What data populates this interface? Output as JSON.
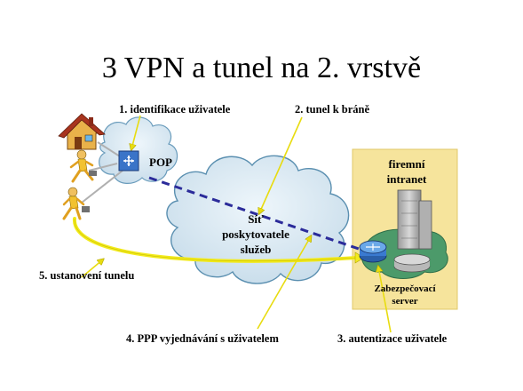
{
  "title": "3 VPN a tunel na 2. vrstvě",
  "labels": {
    "step1": "1.  identifikace uživatele",
    "step2": "2. tunel k bráně",
    "step3": "3. autentizace uživatele",
    "step4": "4. PPP vyjednávání s uživatelem",
    "step5": "5. ustanovení tunelu"
  },
  "pop_label": "POP",
  "cloud": {
    "line1": "Síť",
    "line2": "poskytovatele",
    "line3": "služeb"
  },
  "intranet": {
    "line1": "firemní",
    "line2": "intranet"
  },
  "server": {
    "line1": "Zabezpečovací",
    "line2": "server"
  },
  "icons": [
    "house-icon",
    "running-user-icon",
    "walking-user-icon",
    "pop-switch-icon",
    "router-icon",
    "office-building-icon",
    "security-server-icon"
  ],
  "colors": {
    "cloud_fill": "#d8e8f2",
    "cloud_edge": "#5a8fb0",
    "intranet_fill": "#f5e39a",
    "tunnel_dashed": "#2b2b9a",
    "arrow_yellow": "#f2ea1c",
    "connector": "#b0b0b0"
  }
}
